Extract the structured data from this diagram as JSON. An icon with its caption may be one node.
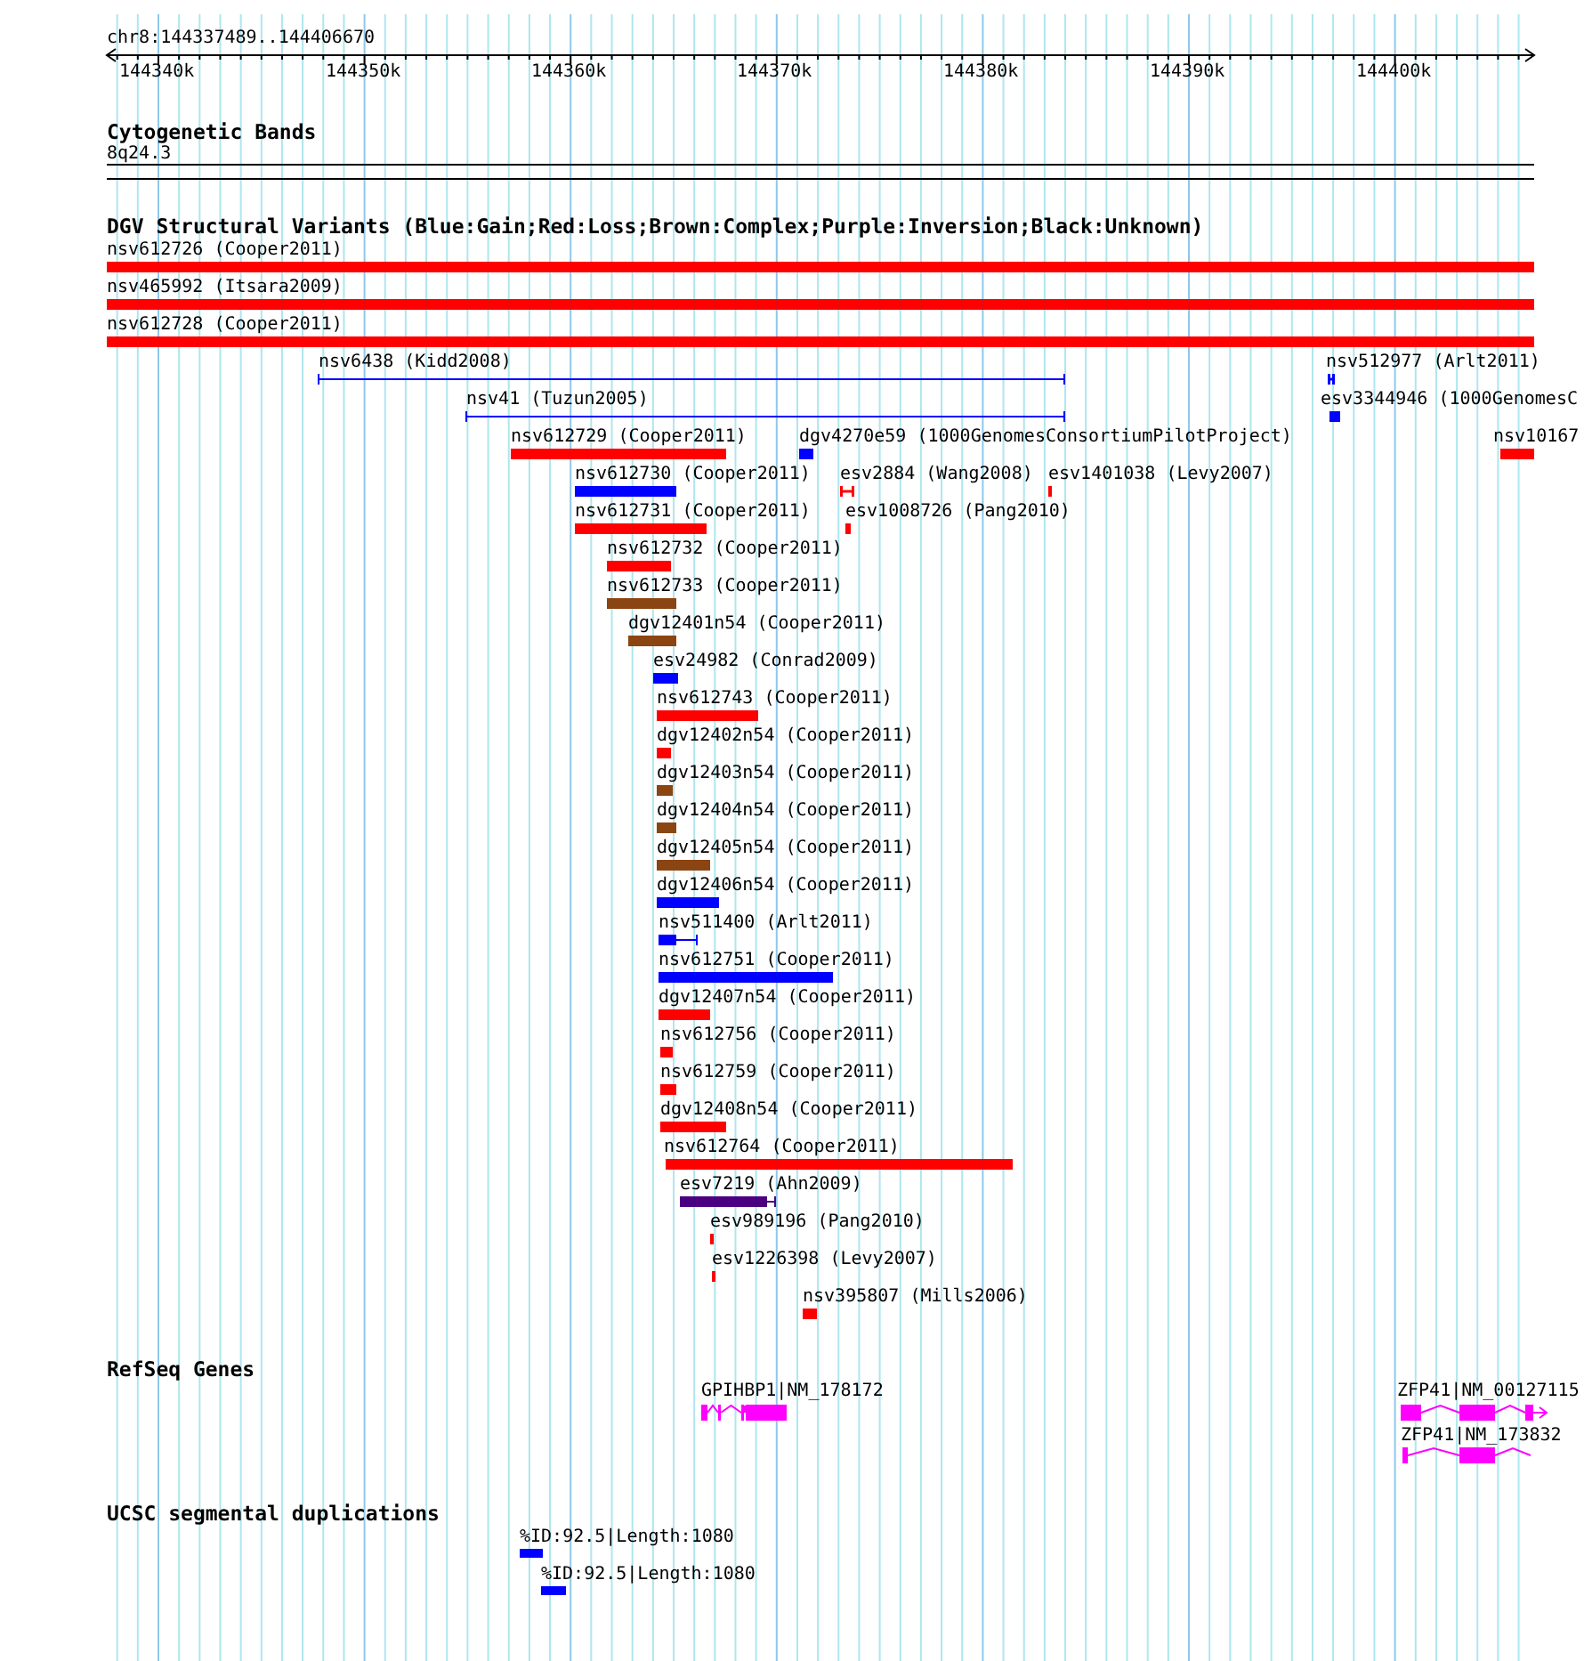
{
  "diagram": {
    "labels": [
      "chr8:144337489..144406670",
      "144340k",
      "144350k",
      "144360k",
      "144370k",
      "144380k",
      "144390k",
      "144400k",
      "Cytogenetic Bands",
      "8q24.3",
      "DGV Structural Variants (Blue:Gain;Red:Loss;Brown:Complex;Purple:Inversion;Black:Unknown)",
      "nsv612726 (Cooper2011)",
      "nsv465992 (Itsara2009)",
      "nsv612728 (Cooper2011)",
      "nsv6438 (Kidd2008)",
      "nsv512977 (Arlt2011)",
      "nsv41 (Tuzun2005)",
      "esv3344946 (1000GenomesC",
      "nsv612729 (Cooper2011)",
      "dgv4270e59 (1000GenomesConsortiumPilotProject)",
      "nsv10167",
      "nsv612730 (Cooper2011)",
      "esv2884 (Wang2008)",
      "esv1401038 (Levy2007)",
      "nsv612731 (Cooper2011)",
      "esv1008726 (Pang2010)",
      "nsv612732 (Cooper2011)",
      "nsv612733 (Cooper2011)",
      "dgv12401n54 (Cooper2011)",
      "esv24982 (Conrad2009)",
      "nsv612743 (Cooper2011)",
      "dgv12402n54 (Cooper2011)",
      "dgv12403n54 (Cooper2011)",
      "dgv12404n54 (Cooper2011)",
      "dgv12405n54 (Cooper2011)",
      "dgv12406n54 (Cooper2011)",
      "nsv511400 (Arlt2011)",
      "nsv612751 (Cooper2011)",
      "dgv12407n54 (Cooper2011)",
      "nsv612756 (Cooper2011)",
      "nsv612759 (Cooper2011)",
      "dgv12408n54 (Cooper2011)",
      "nsv612764 (Cooper2011)",
      "esv7219 (Ahn2009)",
      "esv989196 (Pang2010)",
      "esv1226398 (Levy2007)",
      "nsv395807 (Mills2006)",
      "RefSeq Genes",
      "GPIHBP1|NM_178172",
      "ZFP41|NM_00127115",
      "ZFP41|NM_173832",
      "UCSC segmental duplications",
      "%ID:92.5|Length:1080",
      "%ID:92.5|Length:1080"
    ]
  }
}
